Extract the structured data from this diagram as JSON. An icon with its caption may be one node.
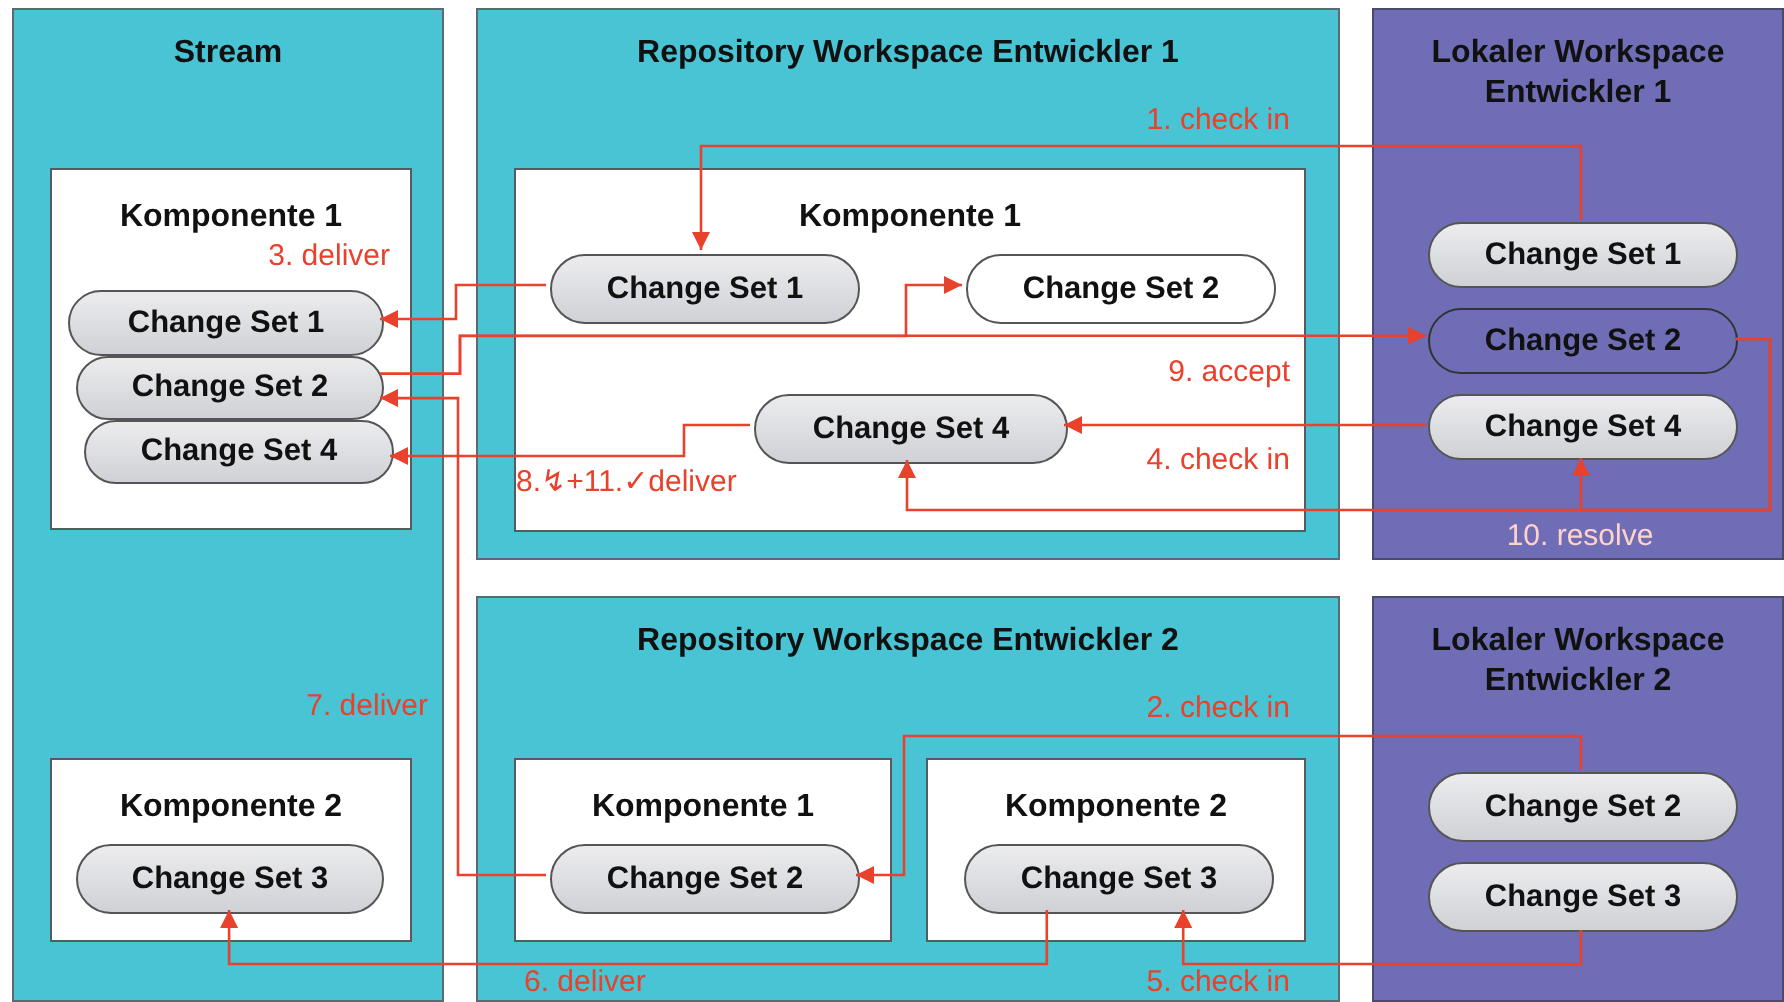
{
  "diagram": {
    "nodes": [
      {
        "text": [
          "Stream"
        ]
      },
      {
        "text": [
          "Komponente 1"
        ],
        "in": 0
      },
      {
        "text": [
          "Change Set 1"
        ],
        "in": 1
      },
      {
        "text": [
          "Change Set 2"
        ],
        "in": 1
      },
      {
        "text": [
          "Change Set 4"
        ],
        "in": 1
      },
      {
        "text": [
          "Komponente 2"
        ],
        "in": 0
      },
      {
        "text": [
          "Change Set 3"
        ],
        "in": 5
      },
      {
        "text": [
          "Repository Workspace Entwickler 1"
        ]
      },
      {
        "text": [
          "Komponente 1"
        ],
        "in": 7
      },
      {
        "text": [
          "Change Set 1"
        ],
        "in": 8
      },
      {
        "text": [
          "Change Set 2"
        ],
        "in": 8
      },
      {
        "text": [
          "Change Set 4"
        ],
        "in": 8
      },
      {
        "text": [
          "Lokaler Workspace Entwickler 1"
        ]
      },
      {
        "text": [
          "Change Set 1"
        ],
        "in": 12
      },
      {
        "text": [
          "Change Set 2"
        ],
        "in": 12
      },
      {
        "text": [
          "Change Set 4"
        ],
        "in": 12
      },
      {
        "text": [
          "Repository Workspace Entwickler 2"
        ]
      },
      {
        "text": [
          "Komponente 1"
        ],
        "in": 16
      },
      {
        "text": [
          "Change Set 2"
        ],
        "in": 17
      },
      {
        "text": [
          "Komponente 2"
        ],
        "in": 16
      },
      {
        "text": [
          "Change Set 3"
        ],
        "in": 19
      },
      {
        "text": [
          "Lokaler Workspace Entwickler 2"
        ]
      },
      {
        "text": [
          "Change Set 2"
        ],
        "in": 21
      },
      {
        "text": [
          "Change Set 3"
        ],
        "in": 21
      }
    ],
    "edges": [
      {
        "from": 13,
        "to": 9,
        "arrow": "to",
        "label": "1. check in"
      },
      {
        "from": 9,
        "to": 2,
        "arrow": "to",
        "label": "3. deliver"
      },
      {
        "from": 3,
        "to": 14,
        "arrow": "to",
        "label": "9. accept"
      },
      {
        "from": 3,
        "to": 10,
        "arrow": "to"
      },
      {
        "from": 15,
        "to": 11,
        "arrow": "to",
        "label": "4. check in"
      },
      {
        "from": 14,
        "to": 11,
        "arrow": "to",
        "label": "10. resolve"
      },
      {
        "from": 14,
        "to": 15,
        "arrow": "to"
      },
      {
        "from": 11,
        "to": 4,
        "arrow": "to",
        "label": "8.↯+11.✓deliver"
      },
      {
        "from": 18,
        "to": 3,
        "arrow": "to",
        "label": "7. deliver"
      },
      {
        "from": 22,
        "to": 18,
        "arrow": "to",
        "label": "2. check in"
      },
      {
        "from": 23,
        "to": 20,
        "arrow": "to",
        "label": "5. check in"
      },
      {
        "from": 20,
        "to": 6,
        "arrow": "to",
        "label": "6. deliver"
      }
    ]
  }
}
